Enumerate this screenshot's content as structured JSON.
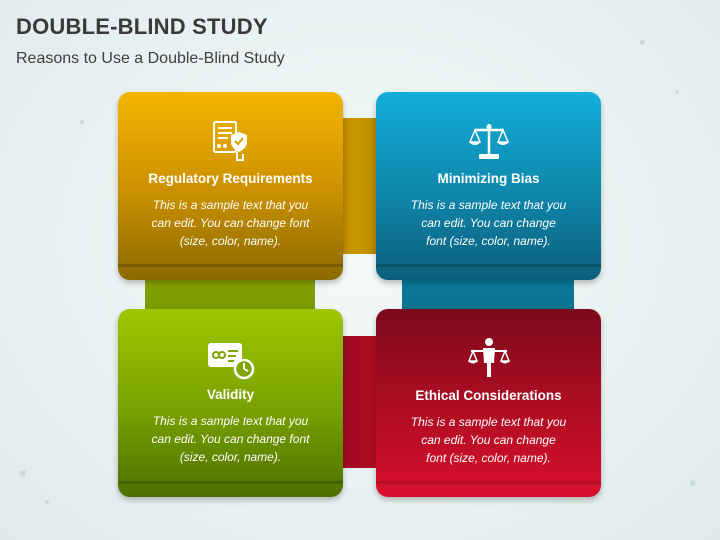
{
  "slide": {
    "title": "DOUBLE-BLIND STUDY",
    "subtitle": "Reasons to Use a Double-Blind Study"
  },
  "colors": {
    "yellow_top": "#f4b400",
    "yellow_bottom": "#8a6a00",
    "blue_top": "#13aeda",
    "blue_bottom": "#0b5e7a",
    "green_top": "#9fc700",
    "green_bottom": "#4d7000",
    "red_top": "#d8102c",
    "red_bottom": "#7c0a1c"
  },
  "cards": [
    {
      "id": "regulatory",
      "icon": "document-shield-icon",
      "heading": "Regulatory Requirements",
      "body": [
        "This is a sample text that you",
        "can edit. You can change font",
        "(size, color, name)."
      ]
    },
    {
      "id": "bias",
      "icon": "balance-scale-icon",
      "heading": "Minimizing Bias",
      "body": [
        "This is a sample text that you",
        "can edit. You can change",
        "font (size, color, name)."
      ]
    },
    {
      "id": "validity",
      "icon": "id-card-clock-icon",
      "heading": "Validity",
      "body": [
        "This is a sample text that you",
        "can edit. You can change font",
        "(size, color, name)."
      ]
    },
    {
      "id": "ethical",
      "icon": "person-scale-icon",
      "heading": "Ethical Considerations",
      "body": [
        "This is a sample text that you",
        "can edit. You can change",
        "font (size, color, name)."
      ]
    }
  ]
}
